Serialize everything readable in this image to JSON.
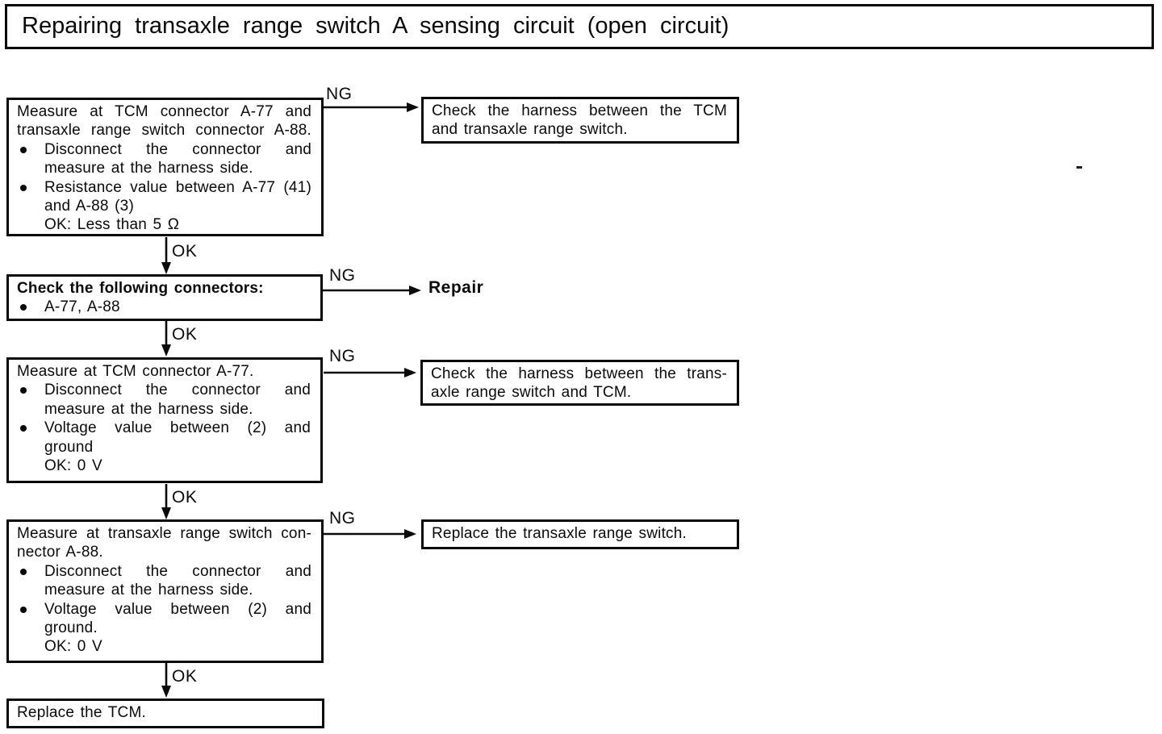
{
  "title": {
    "text": "Repairing transaxle range switch A sensing circuit (open circuit)"
  },
  "labels": {
    "ng": "NG",
    "ok": "OK"
  },
  "colors": {
    "ink": "#0a0a0a",
    "paper": "#ffffff"
  },
  "steps": {
    "s1": {
      "para": [
        "Measure at TCM connector A-77 and",
        "transaxle range switch connector A-88."
      ],
      "b1": [
        "Disconnect the connector and",
        "measure at the harness side."
      ],
      "b2": [
        "Resistance value between A-77 (41)",
        "and A-88 (3)",
        "OK: Less than 5 Ω"
      ]
    },
    "s2": {
      "title": "Check the following connectors:",
      "b1": [
        "A-77, A-88"
      ]
    },
    "s3": {
      "para": [
        "Measure at TCM connector A-77."
      ],
      "b1": [
        "Disconnect the connector and",
        "measure at the harness side."
      ],
      "b2": [
        "Voltage value between (2) and",
        "ground",
        "OK: 0 V"
      ]
    },
    "s4": {
      "para": [
        "Measure at transaxle range switch con-",
        "nector A-88."
      ],
      "b1": [
        "Disconnect the connector and",
        "measure at the harness side."
      ],
      "b2": [
        "Voltage value between (2) and",
        "ground.",
        "OK: 0 V"
      ]
    },
    "s5": {
      "para": [
        "Replace the TCM."
      ]
    }
  },
  "results": {
    "r1": [
      "Check the harness between the TCM",
      "and transaxle range switch."
    ],
    "r2": "Repair",
    "r3": [
      "Check the harness between the trans-",
      "axle range switch and TCM."
    ],
    "r4": [
      "Replace the transaxle range switch."
    ]
  }
}
